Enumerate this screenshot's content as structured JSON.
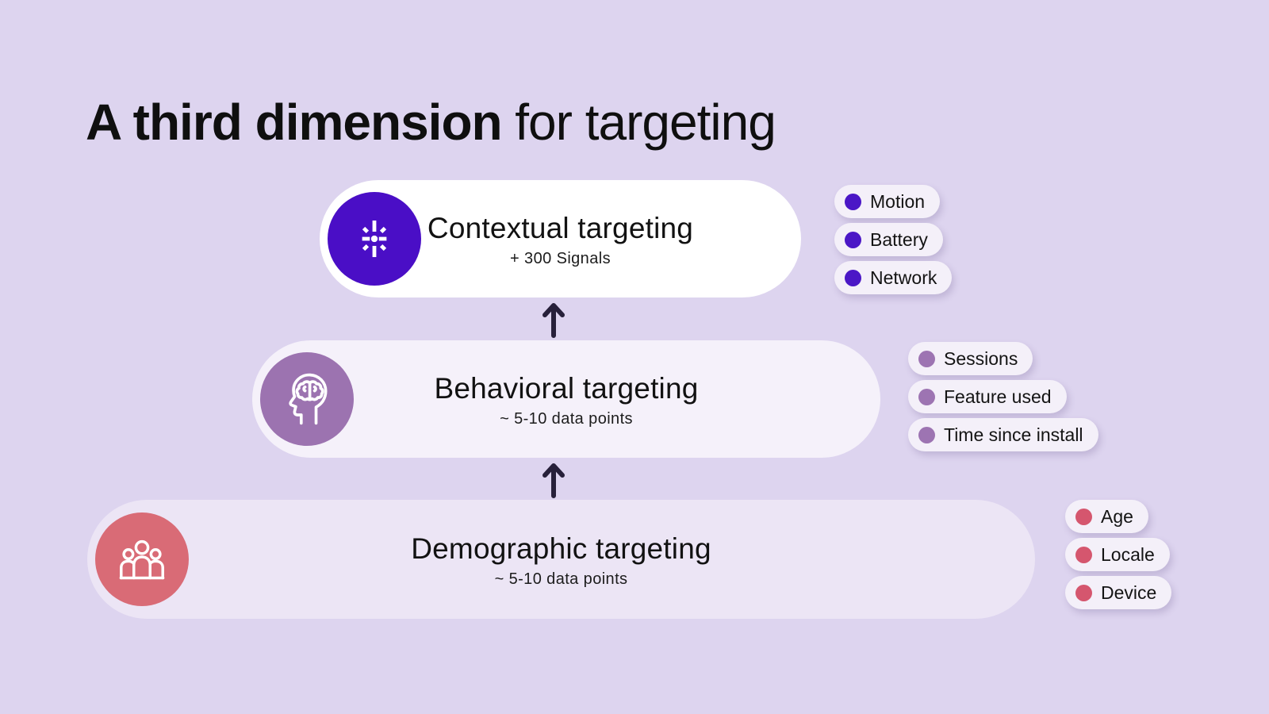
{
  "heading": {
    "bold": "A third dimension",
    "regular": "for targeting"
  },
  "colors": {
    "background": "#ddd4ef",
    "heading_text": "#0f0f0f",
    "arrow": "#27203a",
    "tag_background": "#f4f0f9"
  },
  "icons": {
    "contextual": "signal-burst-icon",
    "behavioral": "head-brain-icon",
    "demographic": "people-group-icon",
    "between_rows": "up-arrow-icon"
  },
  "rows": [
    {
      "title": "Contextual targeting",
      "subtitle": "+ 300 Signals",
      "pill_color": "#ffffff",
      "circle_color": "#4a0ec6",
      "dot_color": "#4b17c6",
      "tags": [
        "Motion",
        "Battery",
        "Network"
      ]
    },
    {
      "title": "Behavioral targeting",
      "subtitle": "~ 5-10 data points",
      "pill_color": "#f5f1fa",
      "circle_color": "#9c73b0",
      "dot_color": "#9d74b2",
      "tags": [
        "Sessions",
        "Feature used",
        "Time since install"
      ]
    },
    {
      "title": "Demographic targeting",
      "subtitle": "~ 5-10 data points",
      "pill_color": "#ece5f5",
      "circle_color": "#d96b76",
      "dot_color": "#d5566e",
      "tags": [
        "Age",
        "Locale",
        "Device"
      ]
    }
  ]
}
